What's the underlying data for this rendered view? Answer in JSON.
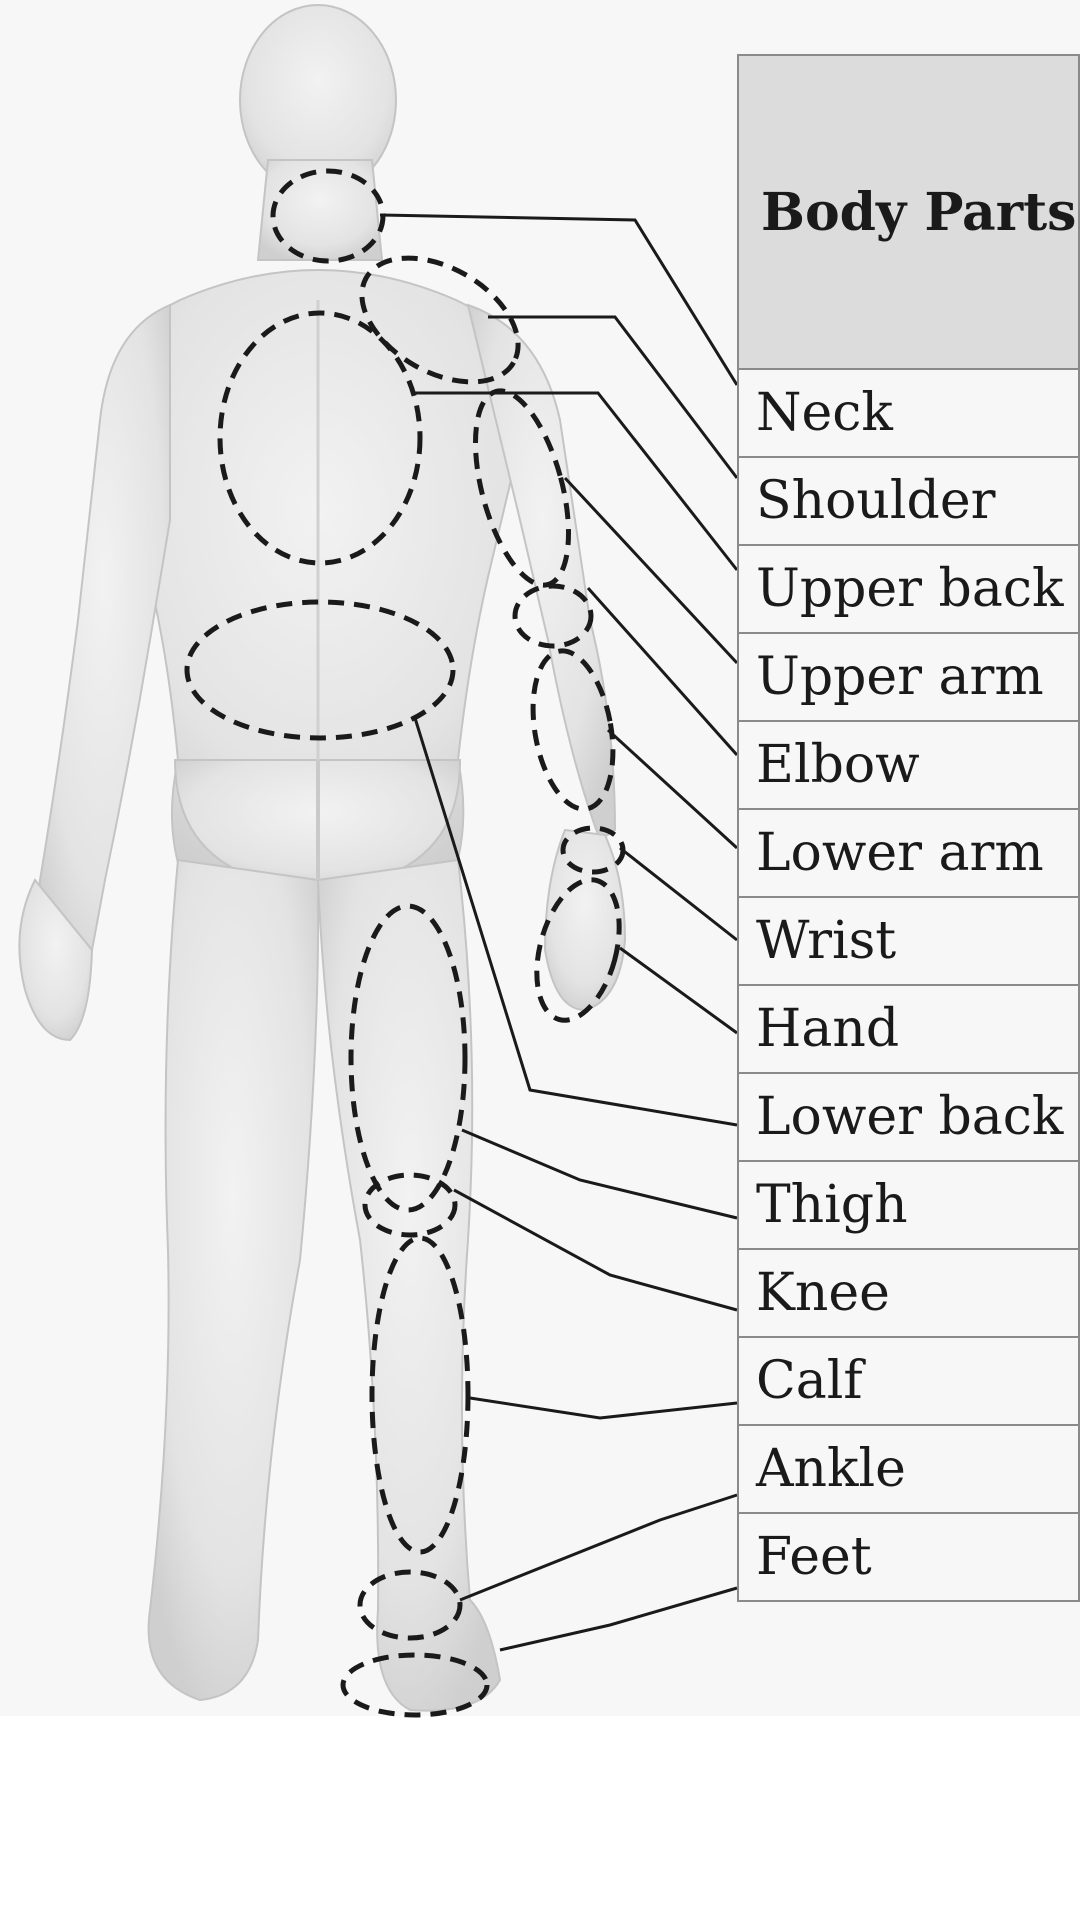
{
  "table": {
    "header": "Body Parts",
    "rows": [
      "Neck",
      "Shoulder",
      "Upper back",
      "Upper arm",
      "Elbow",
      "Lower arm",
      "Wrist",
      "Hand",
      "Lower back",
      "Thigh",
      "Knee",
      "Calf",
      "Ankle",
      "Feet"
    ]
  },
  "colors": {
    "body_fill": "#e6e6e6",
    "body_shadow": "#c9c9c9",
    "zone_stroke": "#1a1a1a",
    "leader_stroke": "#1a1a1a",
    "header_fill": "#dcdcdc",
    "table_border": "#8a8a8a"
  },
  "figure": {
    "type": "human-body-back-view",
    "zone_style": "dashed-outline"
  }
}
